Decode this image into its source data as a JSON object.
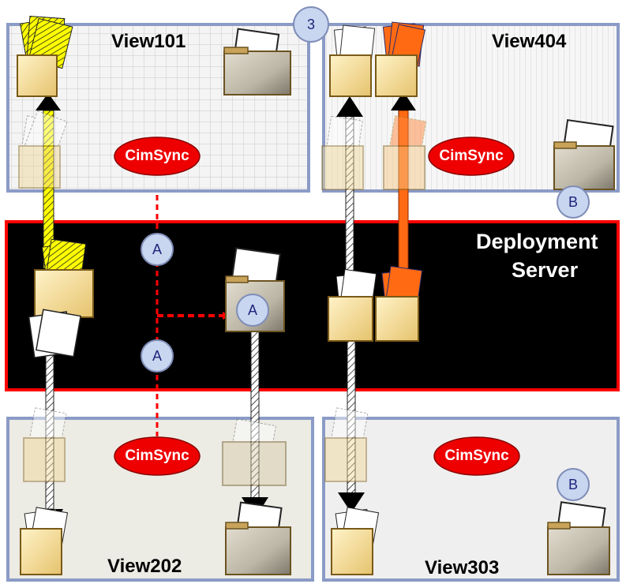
{
  "views": {
    "view101": "View101",
    "view404": "View404",
    "view202": "View202",
    "view303": "View303"
  },
  "server": {
    "line1": "Deployment",
    "line2": "Server"
  },
  "cimsync_label": "CimSync",
  "badges": {
    "top": "3",
    "a": "A",
    "b": "B"
  },
  "colors": {
    "server_fill": "#000000",
    "server_border": "#ff0000",
    "cimsync_fill": "#ee0000",
    "yellow_docs": "#ffff00",
    "orange_docs": "#ff6a13",
    "dashed_link": "#ff0000",
    "view_border": "#8b9bc7",
    "badge_fill": "#c8d6f0"
  }
}
